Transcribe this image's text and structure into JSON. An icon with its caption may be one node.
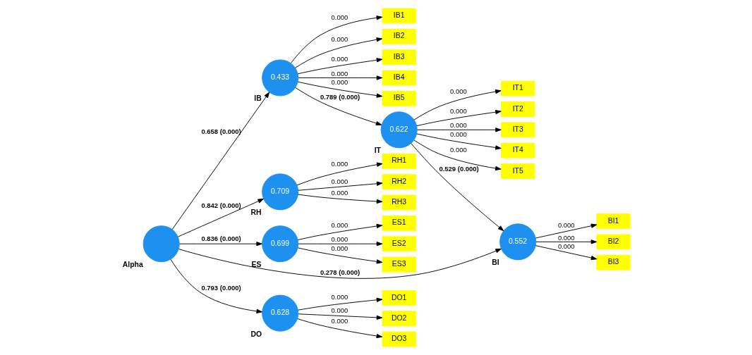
{
  "diagram": {
    "nodes": [
      {
        "text": [
          "IB1"
        ]
      },
      {
        "text": [
          "IB2"
        ]
      },
      {
        "text": [
          "IB3"
        ]
      },
      {
        "text": [
          "IB4"
        ]
      },
      {
        "text": [
          "IB5"
        ]
      },
      {
        "text": [
          "IT1"
        ]
      },
      {
        "text": [
          "IT2"
        ]
      },
      {
        "text": [
          "IT3"
        ]
      },
      {
        "text": [
          "IT4"
        ]
      },
      {
        "text": [
          "IT5"
        ]
      },
      {
        "text": [
          "RH1"
        ]
      },
      {
        "text": [
          "0.433"
        ],
        "beside": [
          "IB"
        ]
      },
      {
        "text": [
          "0.622"
        ],
        "beside": [
          "IT"
        ]
      },
      {
        "text": [
          "0.709"
        ],
        "beside": [
          "RH"
        ]
      },
      {
        "text": [
          "RH2"
        ]
      },
      {
        "text": [
          "RH3"
        ]
      },
      {
        "text": [
          "ES1"
        ]
      },
      {
        "text": [
          "BI1"
        ]
      },
      {
        "text": [
          "ES2"
        ]
      },
      {
        "text": [
          "0.699"
        ],
        "beside": [
          "ES"
        ]
      },
      {
        "text": [],
        "shape": "circle",
        "beside": [
          "Alpha"
        ]
      },
      {
        "text": [
          "0.552"
        ],
        "beside": [
          "BI"
        ]
      },
      {
        "text": [
          "BI2"
        ]
      },
      {
        "text": [
          "ES3"
        ]
      },
      {
        "text": [
          "BI3"
        ]
      },
      {
        "text": [
          "DO1"
        ]
      },
      {
        "text": [
          "DO2"
        ]
      },
      {
        "text": [
          "0.628"
        ],
        "beside": [
          "DO"
        ]
      },
      {
        "text": [
          "DO3"
        ]
      }
    ],
    "edges": [
      {
        "from": 20,
        "to": 11,
        "arrow": "to",
        "label": "0.658 (0.000)"
      },
      {
        "from": 11,
        "to": 12,
        "arrow": "to",
        "label": "0.789 (0.000)"
      },
      {
        "from": 12,
        "to": 21,
        "arrow": "to",
        "label": "0.529 (0.000)"
      },
      {
        "from": 20,
        "to": 21,
        "arrow": "to",
        "label": "0.278 (0.000)"
      },
      {
        "from": 20,
        "to": 13,
        "arrow": "to",
        "label": "0.842 (0.000)"
      },
      {
        "from": 20,
        "to": 19,
        "arrow": "to",
        "label": "0.836 (0.000)"
      },
      {
        "from": 20,
        "to": 27,
        "arrow": "to",
        "label": "0.793 (0.000)"
      },
      {
        "from": 11,
        "to": 0,
        "arrow": "to",
        "label": "0.000"
      },
      {
        "from": 11,
        "to": 1,
        "arrow": "to",
        "label": "0.000"
      },
      {
        "from": 11,
        "to": 2,
        "arrow": "to",
        "label": "0.000"
      },
      {
        "from": 11,
        "to": 3,
        "arrow": "to",
        "label": "0.000"
      },
      {
        "from": 11,
        "to": 4,
        "arrow": "to",
        "label": "0.000"
      },
      {
        "from": 12,
        "to": 5,
        "arrow": "to",
        "label": "0.000"
      },
      {
        "from": 12,
        "to": 6,
        "arrow": "to",
        "label": "0.000"
      },
      {
        "from": 12,
        "to": 7,
        "arrow": "to",
        "label": "0.000"
      },
      {
        "from": 12,
        "to": 8,
        "arrow": "to",
        "label": "0.000"
      },
      {
        "from": 12,
        "to": 9,
        "arrow": "to",
        "label": "0.000"
      },
      {
        "from": 13,
        "to": 10,
        "arrow": "to",
        "label": "0.000"
      },
      {
        "from": 13,
        "to": 14,
        "arrow": "to",
        "label": "0.000"
      },
      {
        "from": 13,
        "to": 15,
        "arrow": "to",
        "label": "0.000"
      },
      {
        "from": 19,
        "to": 16,
        "arrow": "to",
        "label": "0.000"
      },
      {
        "from": 19,
        "to": 18,
        "arrow": "to",
        "label": "0.000"
      },
      {
        "from": 19,
        "to": 23,
        "arrow": "to",
        "label": "0.000"
      },
      {
        "from": 27,
        "to": 25,
        "arrow": "to",
        "label": "0.000"
      },
      {
        "from": 27,
        "to": 26,
        "arrow": "to",
        "label": "0.000"
      },
      {
        "from": 27,
        "to": 28,
        "arrow": "to",
        "label": "0.000"
      },
      {
        "from": 21,
        "to": 17,
        "arrow": "to",
        "label": "0.000"
      },
      {
        "from": 21,
        "to": 22,
        "arrow": "to",
        "label": "0.000"
      },
      {
        "from": 21,
        "to": 24,
        "arrow": "to",
        "label": "0.000"
      }
    ]
  }
}
